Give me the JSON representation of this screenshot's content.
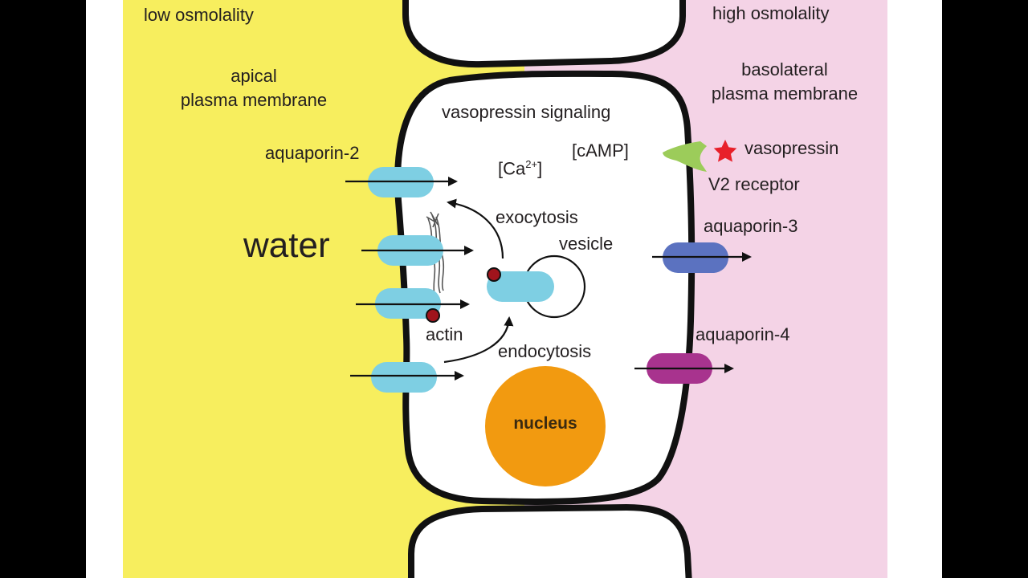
{
  "labels": {
    "low_osmolality": "low osmolality",
    "high_osmolality": "high osmolality",
    "apical_line1": "apical",
    "apical_line2": "plasma membrane",
    "basolateral_line1": "basolateral",
    "basolateral_line2": "plasma membrane",
    "vasopressin_signaling": "vasopressin signaling",
    "camp": "[cAMP]",
    "ca_base": "[Ca",
    "ca_sup": "2+",
    "ca_close": "]",
    "aquaporin2": "aquaporin-2",
    "vasopressin": "vasopressin",
    "v2_receptor": "V2 receptor",
    "exocytosis": "exocytosis",
    "vesicle": "vesicle",
    "aquaporin3": "aquaporin-3",
    "water": "water",
    "actin": "actin",
    "endocytosis": "endocytosis",
    "aquaporin4": "aquaporin-4",
    "nucleus": "nucleus"
  },
  "colors": {
    "lumen_yellow": "#f7ee5e",
    "interstitium_pink": "#f4d3e6",
    "cell_white": "#ffffff",
    "membrane_outline": "#111111",
    "aquaporin2": "#7ecfe3",
    "aquaporin3": "#5b72c0",
    "aquaporin4": "#a8338e",
    "v2_receptor": "#9ccc5a",
    "vasopressin_star": "#e8202a",
    "nucleus": "#f29a10",
    "phospho_dot": "#a0141c"
  },
  "icons": [
    "aquaporin-2-channel",
    "aquaporin-3-channel",
    "aquaporin-4-channel",
    "v2-receptor",
    "vasopressin-star",
    "vesicle-circle",
    "nucleus-circle",
    "actin-filaments",
    "phosphorylation-dot"
  ]
}
